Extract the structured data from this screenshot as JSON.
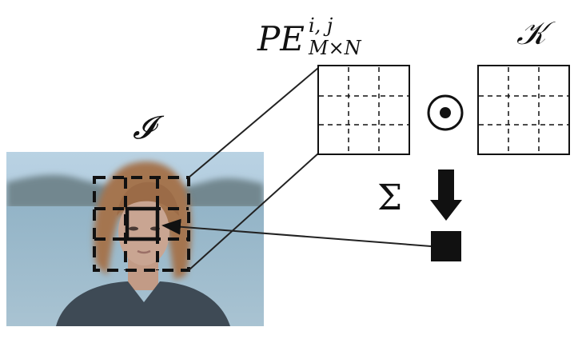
{
  "labels": {
    "image": "𝓘",
    "kernel": "𝒦",
    "pe_base": "PE",
    "pe_superscript": "i, j",
    "pe_subscript": "M×N",
    "sum": "Σ",
    "hadamard": "⊙"
  },
  "colors": {
    "stroke": "#111111",
    "sky": "#aac5d8",
    "hills": "#6f8590",
    "water": "#8fb1c4",
    "hair": "#a4744f",
    "skin": "#c6a28e",
    "sweater": "#3e4a55"
  }
}
